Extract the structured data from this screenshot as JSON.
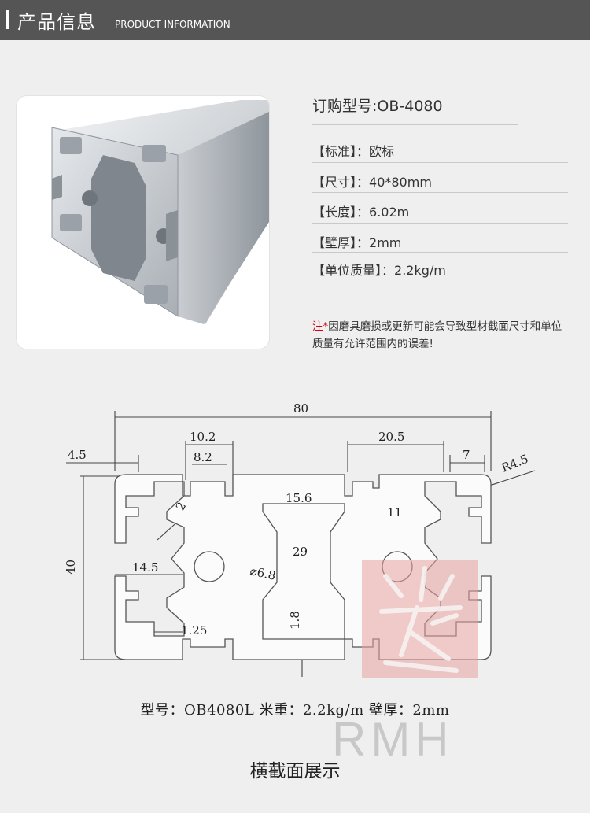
{
  "header": {
    "title_cn": "产品信息",
    "title_en": "PRODUCT INFORMATION"
  },
  "product": {
    "model_line": "订购型号:OB-4080",
    "specs": [
      {
        "label": "【标准】：",
        "value": "欧标"
      },
      {
        "label": "【尺寸】：",
        "value": "40*80mm"
      },
      {
        "label": "【长度】：",
        "value": "6.02m"
      },
      {
        "label": "【壁厚】：",
        "value": "2mm"
      },
      {
        "label": "【单位质量】：",
        "value": "2.2kg/m"
      }
    ],
    "note_mark": "注*",
    "note_text": "因磨具磨损或更新可能会导致型材截面尺寸和单位质量有允许范围内的误差!"
  },
  "drawing": {
    "dims": {
      "overall_width": "80",
      "height": "40",
      "slot_outer": "10.2",
      "slot_inner": "8.2",
      "top_right": "20.5",
      "edge_left": "4.5",
      "edge_right": "7",
      "radius": "R4.5",
      "wall": "2",
      "center_slot": "15.6",
      "inner_slot": "11",
      "center_distance": "29",
      "offset": "14.5",
      "hole": "⌀6.8",
      "thickness": "1.8",
      "lip": "1.25"
    },
    "caption": "型号：OB4080L   米重：2.2kg/m   壁厚：2mm",
    "watermark": "RMH",
    "title": "横截面展示"
  },
  "colors": {
    "header_bg": "#555555",
    "note_mark": "#d0021b",
    "seal": "#e8a0a0"
  }
}
